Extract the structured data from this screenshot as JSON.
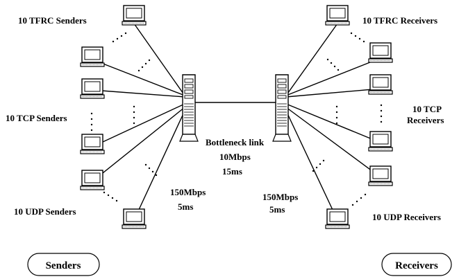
{
  "groups": {
    "tfrc_senders": "10 TFRC Senders",
    "tcp_senders": "10 TCP Senders",
    "udp_senders": "10 UDP Senders",
    "tfrc_receivers": "10 TFRC Receivers",
    "tcp_receivers_line1": "10 TCP",
    "tcp_receivers_line2": "Receivers",
    "udp_receivers": "10 UDP Receivers"
  },
  "bottleneck": {
    "title": "Bottleneck link",
    "bandwidth": "10Mbps",
    "delay": "15ms"
  },
  "access_link_left": {
    "bandwidth": "150Mbps",
    "delay": "5ms"
  },
  "access_link_right": {
    "bandwidth": "150Mbps",
    "delay": "5ms"
  },
  "sides": {
    "senders": "Senders",
    "receivers": "Receivers"
  },
  "icons": {
    "host": "desktop-computer-icon",
    "router": "tower-server-icon"
  }
}
